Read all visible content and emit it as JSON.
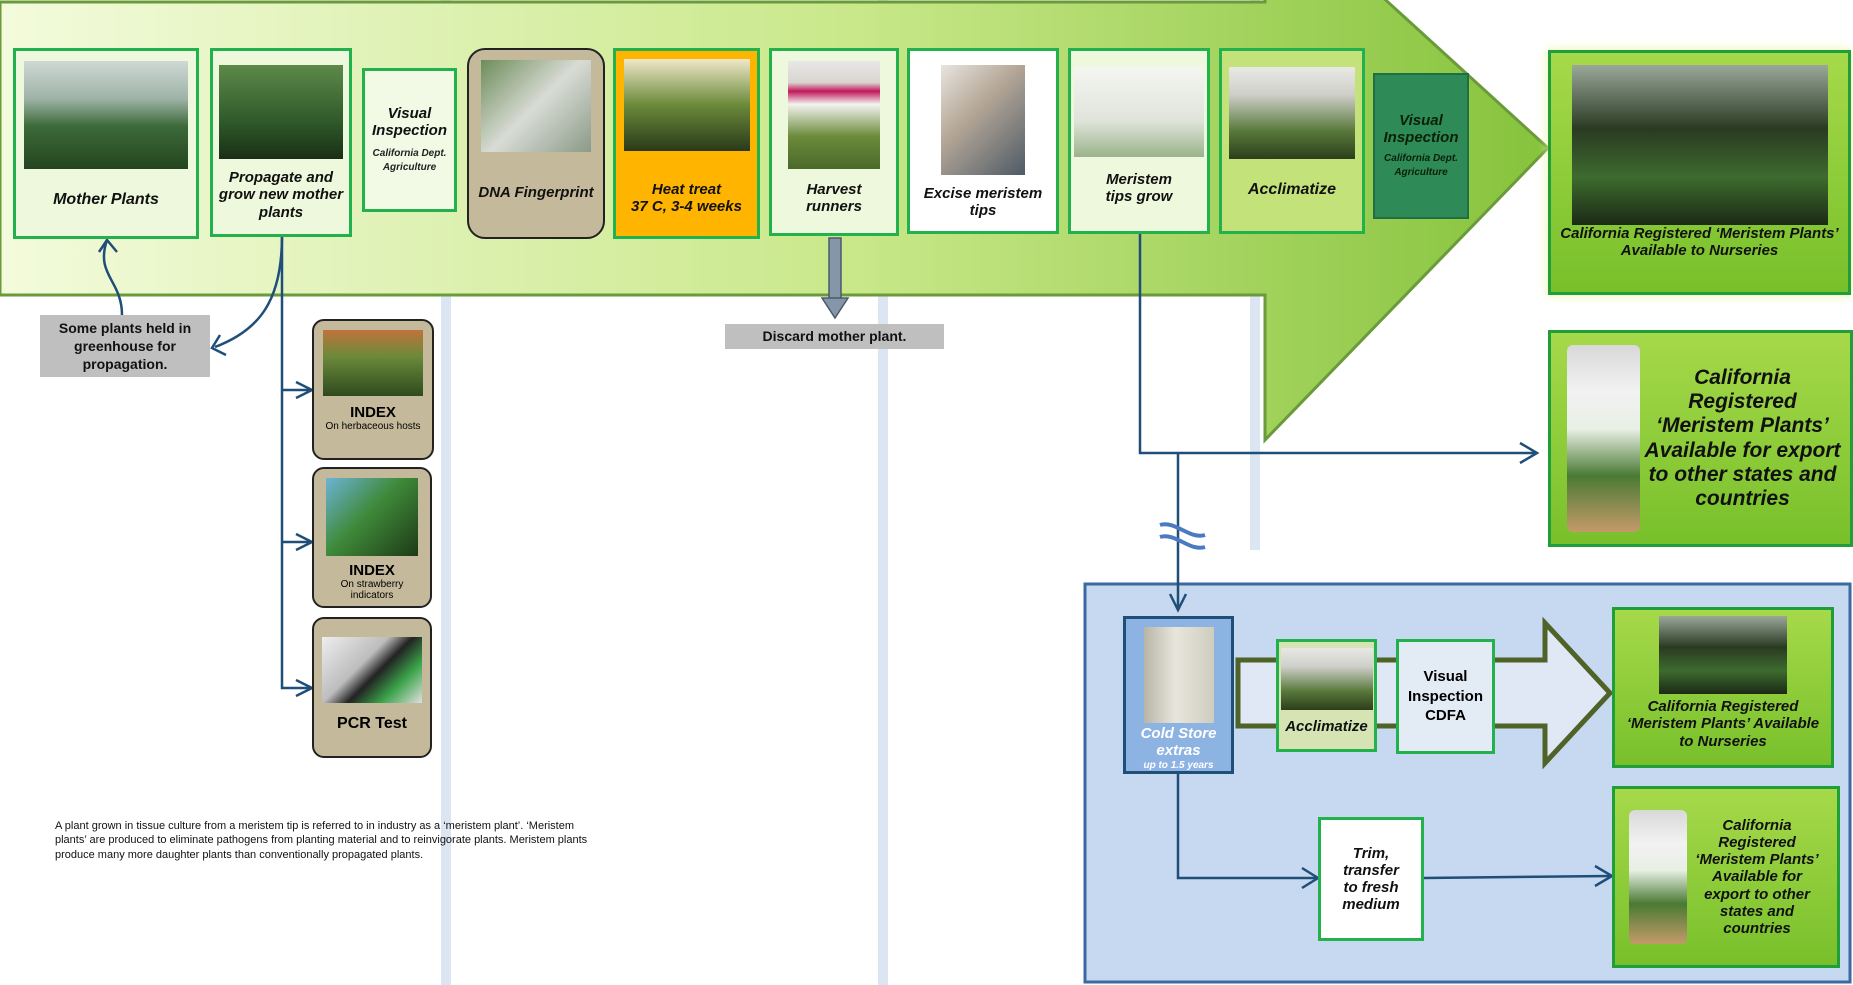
{
  "steps": {
    "mother_plants": "Mother Plants",
    "propagate": "Propagate and grow  new mother plants",
    "visual1_title": "Visual Inspection",
    "visual1_sub": "California Dept. Agriculture",
    "dna": "DNA Fingerprint",
    "heat_title": "Heat treat",
    "heat_sub": "37 C, 3-4 weeks",
    "harvest": "Harvest runners",
    "excise": "Excise meristem tips",
    "meristem_grow": "Meristem tips grow",
    "acclimatize": "Acclimatize",
    "visual2_title": "Visual Inspection",
    "visual2_sub": "California Dept. Agriculture"
  },
  "notes": {
    "held": "Some plants held in greenhouse for propagation.",
    "discard": "Discard mother plant."
  },
  "index_boxes": [
    {
      "title": "INDEX",
      "sub": "On herbaceous hosts"
    },
    {
      "title": "INDEX",
      "sub": "On strawberry indicators"
    },
    {
      "title": "PCR Test",
      "sub": ""
    }
  ],
  "outputs": {
    "nurseries_top": "California Registered ‘Meristem Plants’  Available to Nurseries",
    "export_top": "California Registered ‘Meristem Plants’ Available for export to other states and countries",
    "nurseries_bottom": "California Registered ‘Meristem Plants’ Available to Nurseries",
    "export_bottom": "California Registered ‘Meristem Plants’ Available for export to other states and countries"
  },
  "cold_store": {
    "title": "Cold Store extras",
    "sub": "up to 1.5 years",
    "acclimatize": "Acclimatize",
    "visual": "Visual Inspection CDFA",
    "trim": "Trim, transfer to fresh medium"
  },
  "footnote": "A plant grown in tissue culture from a meristem tip is referred to in industry as a ‘meristem plant’. ‘Meristem  plants’ are produced to eliminate pathogens from planting material and to reinvigorate plants.  Meristem plants produce many more daughter plants than conventionally propagated plants.",
  "colors": {
    "arrow_light": "#eefad2",
    "arrow_dark": "#8cc63f",
    "box_border": "#22b14c",
    "heat": "#ffb400",
    "tan": "#c4b99a",
    "cold_panel": "#c6d9f0",
    "connector": "#1f4e79"
  }
}
